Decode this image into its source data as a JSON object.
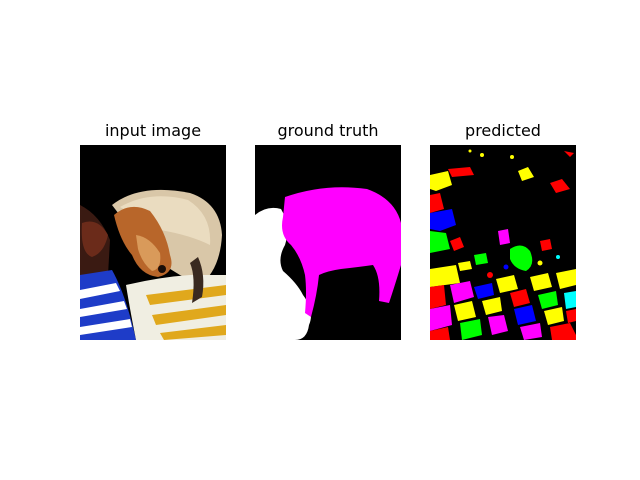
{
  "figure": {
    "panels": [
      {
        "title": "input image",
        "content": "photo of a light-brown dog lying on a striped towel next to a person, dark background"
      },
      {
        "title": "ground truth",
        "content": "segmentation mask: magenta dog, white person, black background"
      },
      {
        "title": "predicted",
        "content": "noisy multicolor segmentation prediction"
      }
    ]
  },
  "colors": {
    "background": "#000000",
    "dog_class": "#ff00ff",
    "person_class": "#ffffff",
    "pred_red": "#ff0000",
    "pred_yellow": "#ffff00",
    "pred_green": "#00ff00",
    "pred_blue": "#0000ff",
    "pred_cyan": "#00ffff",
    "pred_magenta": "#ff00ff"
  }
}
